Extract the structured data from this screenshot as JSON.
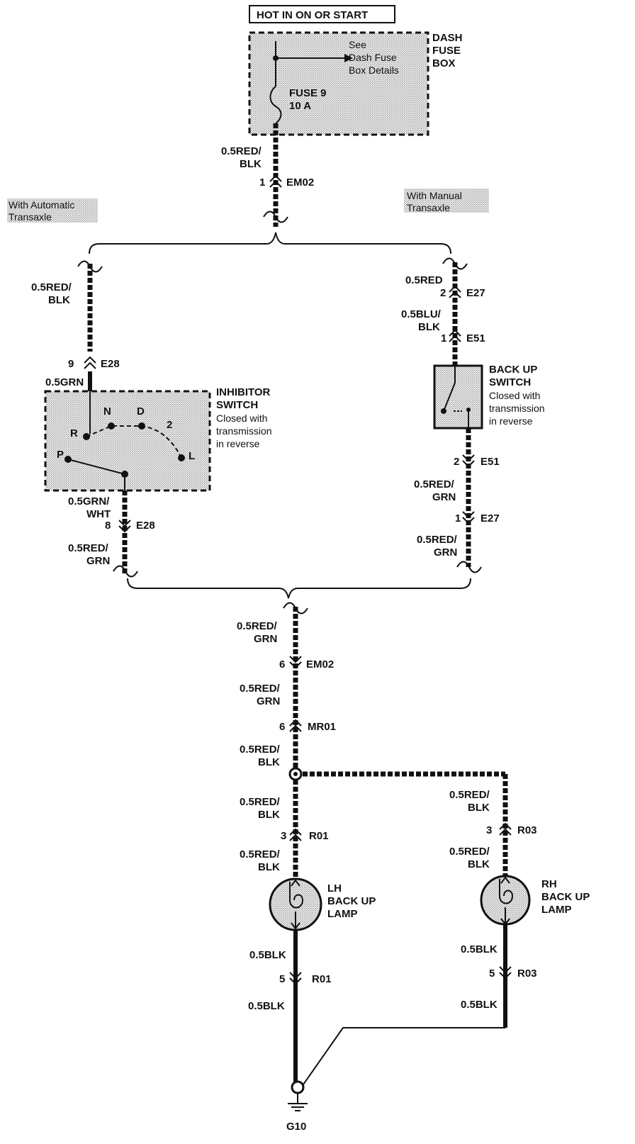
{
  "header": {
    "power_label": "HOT IN ON OR START"
  },
  "dash_fuse_box": {
    "name_line1": "DASH",
    "name_line2": "FUSE",
    "name_line3": "BOX",
    "see_line1": "See",
    "see_line2": "Dash Fuse",
    "see_line3": "Box Details",
    "fuse_line1": "FUSE 9",
    "fuse_line2": "10 A"
  },
  "branches": {
    "automatic_line1": "With Automatic",
    "automatic_line2": "Transaxle",
    "manual_line1": "With Manual",
    "manual_line2": "Transaxle"
  },
  "wires": {
    "top_line1": "0.5RED/",
    "top_line2": "BLK",
    "auto_top_line1": "0.5RED/",
    "auto_top_line2": "BLK",
    "auto_grn": "0.5GRN",
    "auto_grnwht_line1": "0.5GRN/",
    "auto_grnwht_line2": "WHT",
    "auto_bottom_line1": "0.5RED/",
    "auto_bottom_line2": "GRN",
    "manual_red": "0.5RED",
    "manual_blublk_line1": "0.5BLU/",
    "manual_blublk_line2": "BLK",
    "manual_redgrn1_line1": "0.5RED/",
    "manual_redgrn1_line2": "GRN",
    "manual_redgrn2_line1": "0.5RED/",
    "manual_redgrn2_line2": "GRN",
    "center_grn1_line1": "0.5RED/",
    "center_grn1_line2": "GRN",
    "center_grn2_line1": "0.5RED/",
    "center_grn2_line2": "GRN",
    "center_blk_line1": "0.5RED/",
    "center_blk_line2": "BLK",
    "lh_blk1_line1": "0.5RED/",
    "lh_blk1_line2": "BLK",
    "lh_blk2_line1": "0.5RED/",
    "lh_blk2_line2": "BLK",
    "rh_blk1_line1": "0.5RED/",
    "rh_blk1_line2": "BLK",
    "rh_blk2_line1": "0.5RED/",
    "rh_blk2_line2": "BLK",
    "lh_gnd1": "0.5BLK",
    "lh_gnd2": "0.5BLK",
    "rh_gnd1": "0.5BLK",
    "rh_gnd2": "0.5BLK"
  },
  "connectors": {
    "em02_top": {
      "pin": "1",
      "name": "EM02"
    },
    "e28_top": {
      "pin": "9",
      "name": "E28"
    },
    "e28_bottom": {
      "pin": "8",
      "name": "E28"
    },
    "e27_top": {
      "pin": "2",
      "name": "E27"
    },
    "e51_top": {
      "pin": "1",
      "name": "E51"
    },
    "e51_bottom": {
      "pin": "2",
      "name": "E51"
    },
    "e27_bottom": {
      "pin": "1",
      "name": "E27"
    },
    "em02_center": {
      "pin": "6",
      "name": "EM02"
    },
    "mr01": {
      "pin": "6",
      "name": "MR01"
    },
    "r01_top": {
      "pin": "3",
      "name": "R01"
    },
    "r03_top": {
      "pin": "3",
      "name": "R03"
    },
    "r01_bottom": {
      "pin": "5",
      "name": "R01"
    },
    "r03_bottom": {
      "pin": "5",
      "name": "R03"
    }
  },
  "inhibitor_switch": {
    "name_line1": "INHIBITOR",
    "name_line2": "SWITCH",
    "desc_line1": "Closed with",
    "desc_line2": "transmission",
    "desc_line3": "in reverse",
    "positions": [
      "P",
      "R",
      "N",
      "D",
      "2",
      "L"
    ]
  },
  "backup_switch": {
    "name_line1": "BACK UP",
    "name_line2": "SWITCH",
    "desc_line1": "Closed with",
    "desc_line2": "transmission",
    "desc_line3": "in reverse"
  },
  "lamps": {
    "lh_line1": "LH",
    "lh_line2": "BACK UP",
    "lh_line3": "LAMP",
    "rh_line1": "RH",
    "rh_line2": "BACK UP",
    "rh_line3": "LAMP"
  },
  "ground": {
    "name": "G10"
  },
  "colors": {
    "ink": "#111111",
    "shade": "#bdbdbd",
    "background": "#ffffff"
  }
}
